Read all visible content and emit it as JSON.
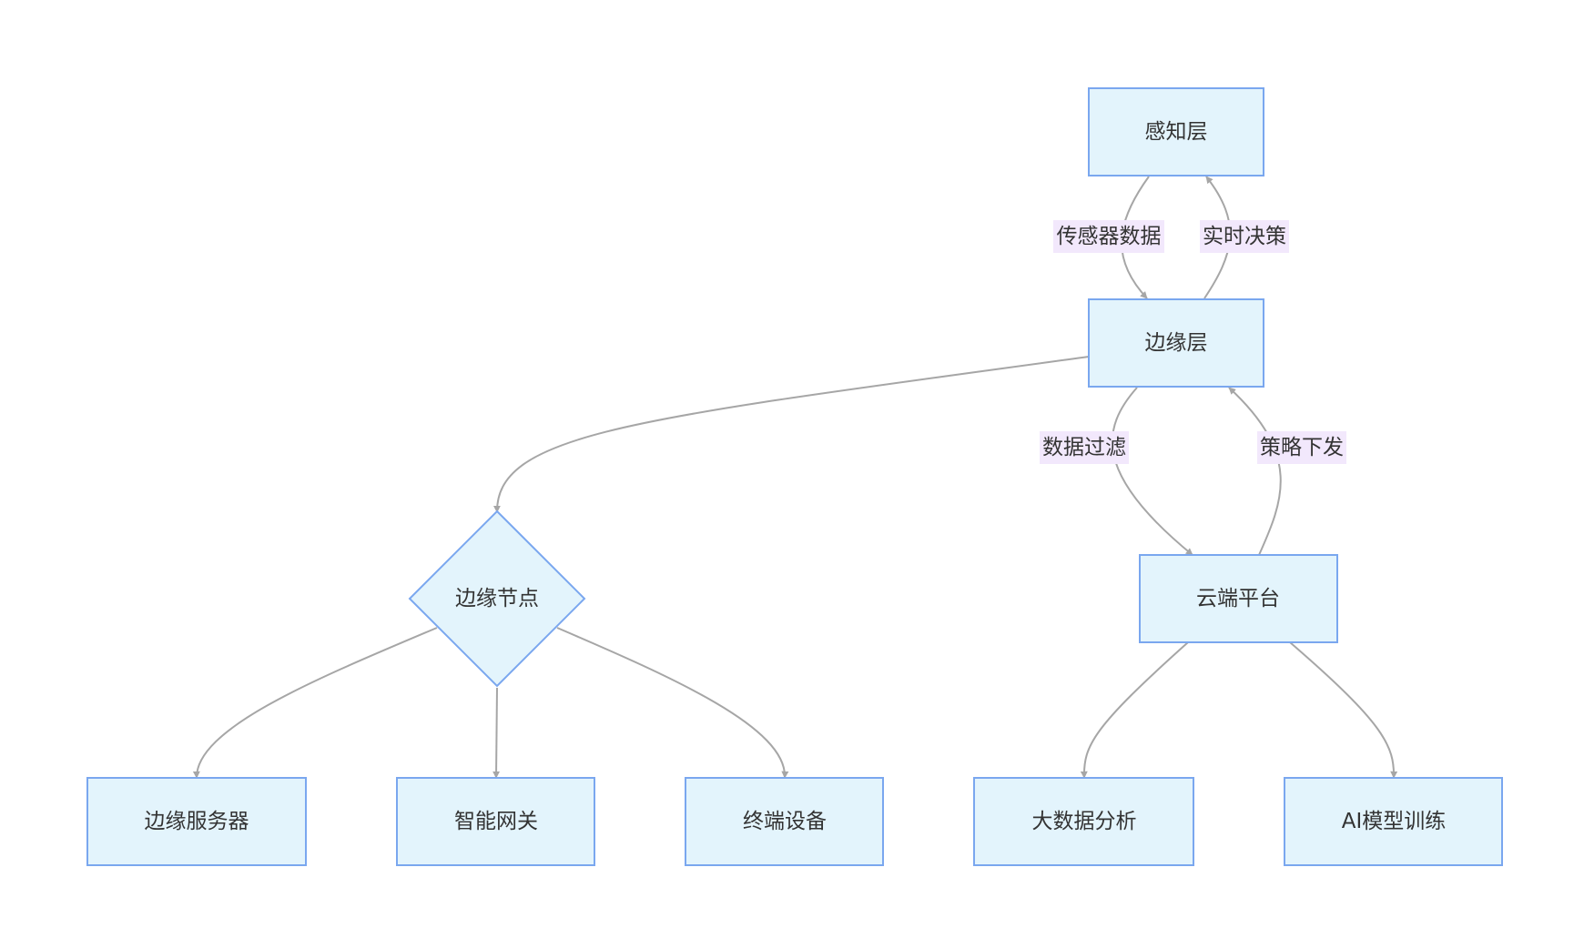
{
  "nodes": {
    "perception": "感知层",
    "edge_layer": "边缘层",
    "edge_node": "边缘节点",
    "cloud": "云端平台",
    "edge_server": "边缘服务器",
    "smart_gateway": "智能网关",
    "terminal": "终端设备",
    "big_data": "大数据分析",
    "ai_training": "AI模型训练"
  },
  "edges": {
    "sensor_data": "传感器数据",
    "realtime_decision": "实时决策",
    "data_filter": "数据过滤",
    "policy_push": "策略下发"
  },
  "colors": {
    "node_fill": "#e3f4fc",
    "node_stroke": "#7aa7ef",
    "edge_stroke": "#a6a6a6",
    "edge_label_bg": "#f2e8fc",
    "text": "#333333"
  }
}
